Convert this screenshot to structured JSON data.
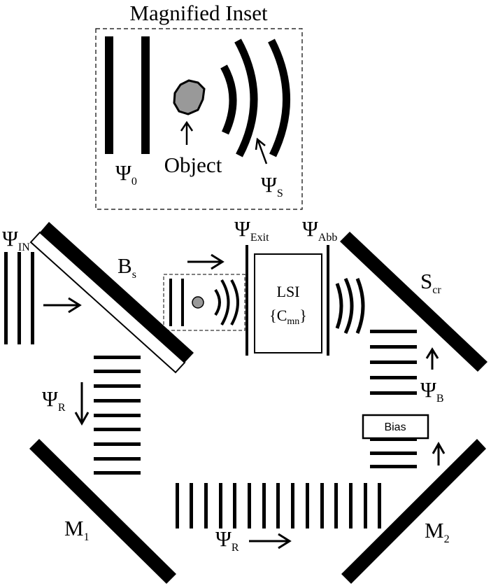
{
  "inset": {
    "title": "Magnified Inset",
    "object_label": "Object",
    "psi0": {
      "base": "Ψ",
      "sub": "0"
    },
    "psiS": {
      "base": "Ψ",
      "sub": "S"
    }
  },
  "labels": {
    "psi_in": {
      "base": "Ψ",
      "sub": "IN"
    },
    "beamsplitter": {
      "base": "B",
      "sub": "s"
    },
    "psi_exit": {
      "base": "Ψ",
      "sub": "Exit"
    },
    "psi_abb": {
      "base": "Ψ",
      "sub": "Abb"
    },
    "screen": {
      "base": "S",
      "sub": "cr"
    },
    "lsi_line1": "LSI",
    "lsi_line2": "{C",
    "lsi_line2_sub": "mn",
    "lsi_line2_end": "}",
    "psi_b": {
      "base": "Ψ",
      "sub": "B"
    },
    "bias": "Bias",
    "psi_r_left": {
      "base": "Ψ",
      "sub": "R"
    },
    "psi_r_bottom": {
      "base": "Ψ",
      "sub": "R"
    },
    "mirror1": {
      "base": "M",
      "sub": "1"
    },
    "mirror2": {
      "base": "M",
      "sub": "2"
    }
  },
  "colors": {
    "ink": "#000000",
    "object_fill": "#999999",
    "background": "#ffffff"
  },
  "icons": [
    "arrow-right-icon",
    "arrow-up-icon",
    "arrow-down-icon",
    "object-blob-icon"
  ]
}
